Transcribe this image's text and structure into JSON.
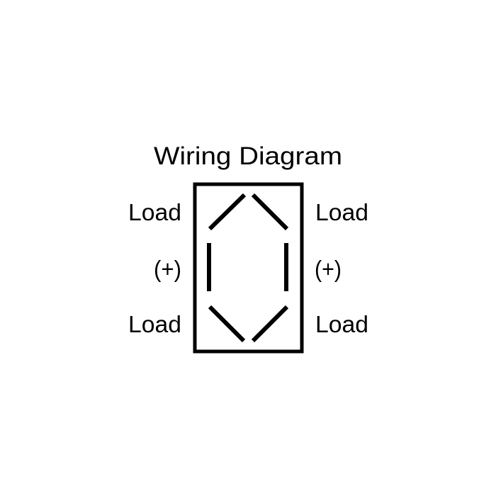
{
  "diagram": {
    "title": "Wiring Diagram",
    "colors": {
      "background": "#ffffff",
      "ink": "#000000"
    },
    "left_labels": {
      "top": "Load",
      "middle": "(+)",
      "bottom": "Load"
    },
    "right_labels": {
      "top": "Load",
      "middle": "(+)",
      "bottom": "Load"
    },
    "switch_symbol": {
      "shape": "rectangular-outline",
      "inner_pattern": "hexagon-of-six-separated-segments",
      "segments": [
        "top-left-diagonal",
        "top-right-diagonal",
        "left-vertical",
        "right-vertical",
        "bottom-left-diagonal",
        "bottom-right-diagonal"
      ]
    }
  }
}
